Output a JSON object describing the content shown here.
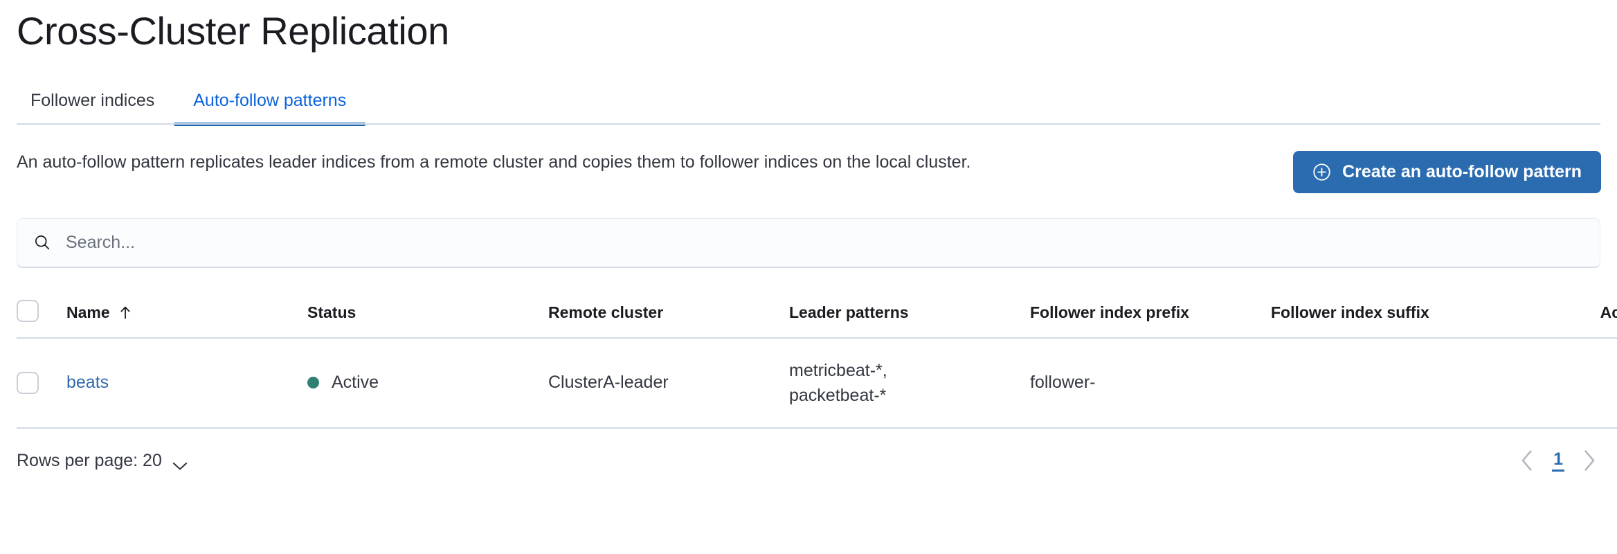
{
  "header": {
    "title": "Cross-Cluster Replication"
  },
  "tabs": [
    {
      "label": "Follower indices",
      "selected": false
    },
    {
      "label": "Auto-follow patterns",
      "selected": true
    }
  ],
  "intro": {
    "description": "An auto-follow pattern replicates leader indices from a remote cluster and copies them to follower indices on the local cluster.",
    "create_button_label": "Create an auto-follow pattern",
    "create_button_icon": "plus-in-circle-icon"
  },
  "search": {
    "placeholder": "Search...",
    "value": "",
    "icon": "search-icon"
  },
  "table": {
    "columns": [
      "Name",
      "Status",
      "Remote cluster",
      "Leader patterns",
      "Follower index prefix",
      "Follower index suffix",
      "Actions"
    ],
    "sort": {
      "column": "Name",
      "direction": "asc",
      "icon": "sort-up-icon"
    },
    "rows": [
      {
        "selected": false,
        "name": "beats",
        "status": "Active",
        "status_color": "#2f7f72",
        "remote_cluster": "ClusterA-leader",
        "leader_patterns": "metricbeat-*,\npacketbeat-*",
        "follower_index_prefix": "follower-",
        "follower_index_suffix": "",
        "actions_icon": "boxes-horizontal-icon"
      }
    ]
  },
  "footer": {
    "rows_per_page_label": "Rows per page: 20",
    "rows_per_page_icon": "chevron-down-icon",
    "pagination": {
      "prev_icon": "chevron-left-icon",
      "current_page": "1",
      "next_icon": "chevron-right-icon"
    }
  },
  "colors": {
    "accent_blue": "#2b6cb0",
    "link_blue": "#2f6bb0",
    "tab_active": "#0b64dd",
    "status_green": "#2f7f72",
    "border": "#d3dae6"
  }
}
